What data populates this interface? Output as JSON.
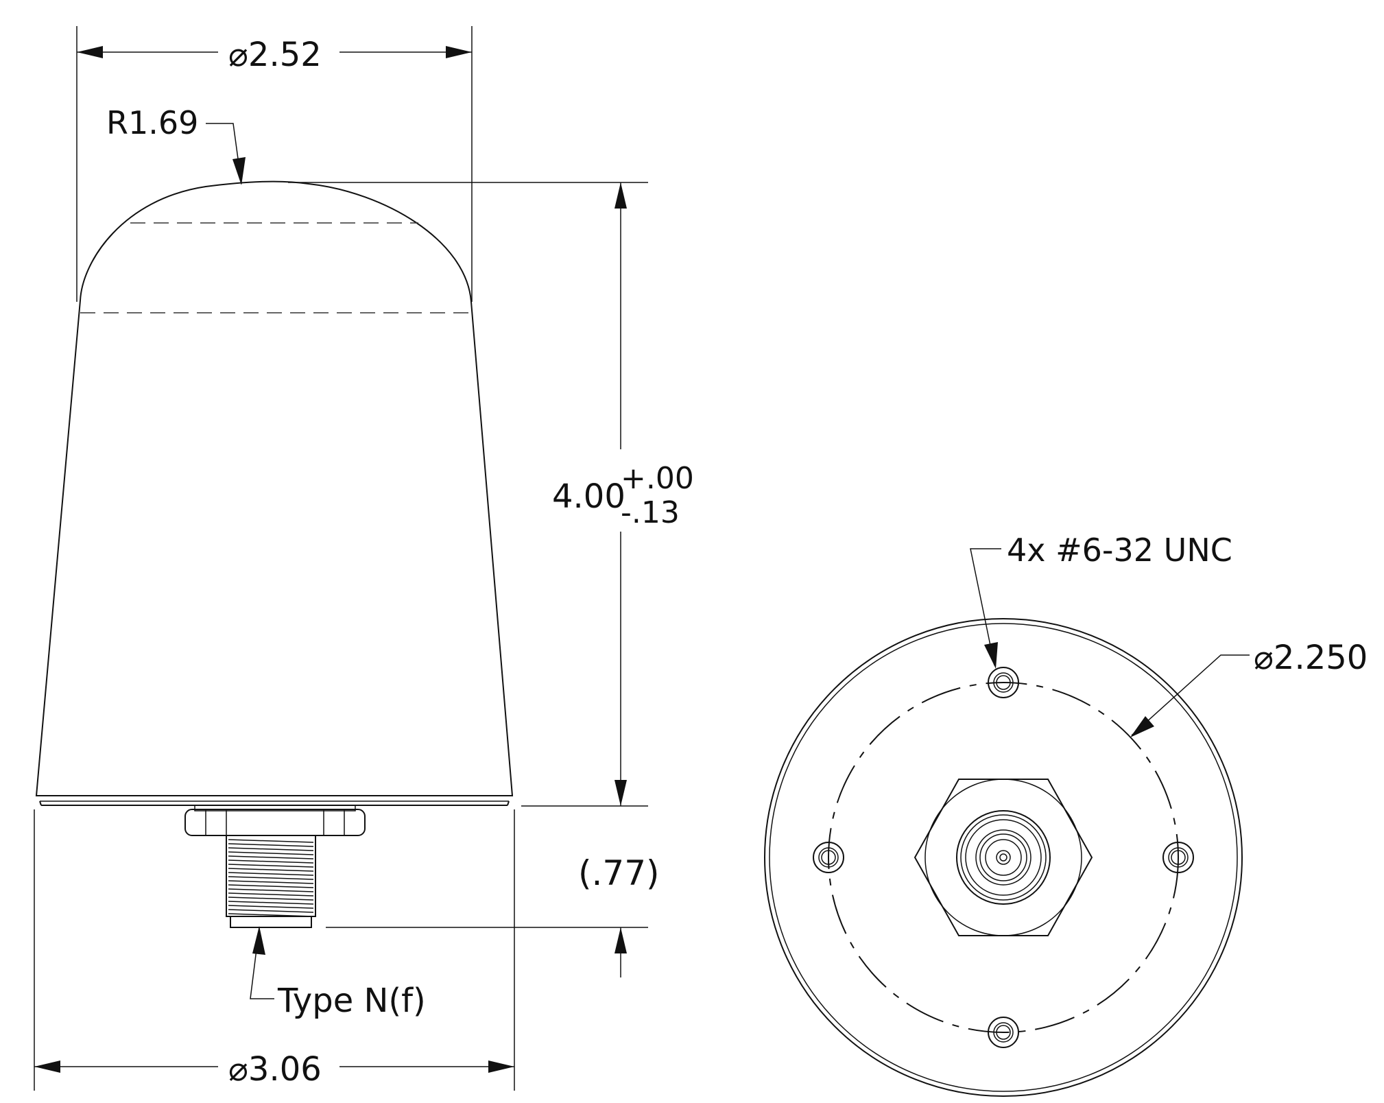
{
  "dimensions": {
    "top_diameter": "2.52",
    "dome_radius": "R1.69",
    "height_nominal": "4.00",
    "height_tol_plus": "+.00",
    "height_tol_minus": "-.13",
    "connector_length": "(.77)",
    "connector_label": "Type N(f)",
    "base_diameter": "3.06",
    "hole_callout": "4x #6-32 UNC",
    "bolt_circle_diameter": "2.250"
  },
  "symbols": {
    "diameter": "⌀"
  }
}
